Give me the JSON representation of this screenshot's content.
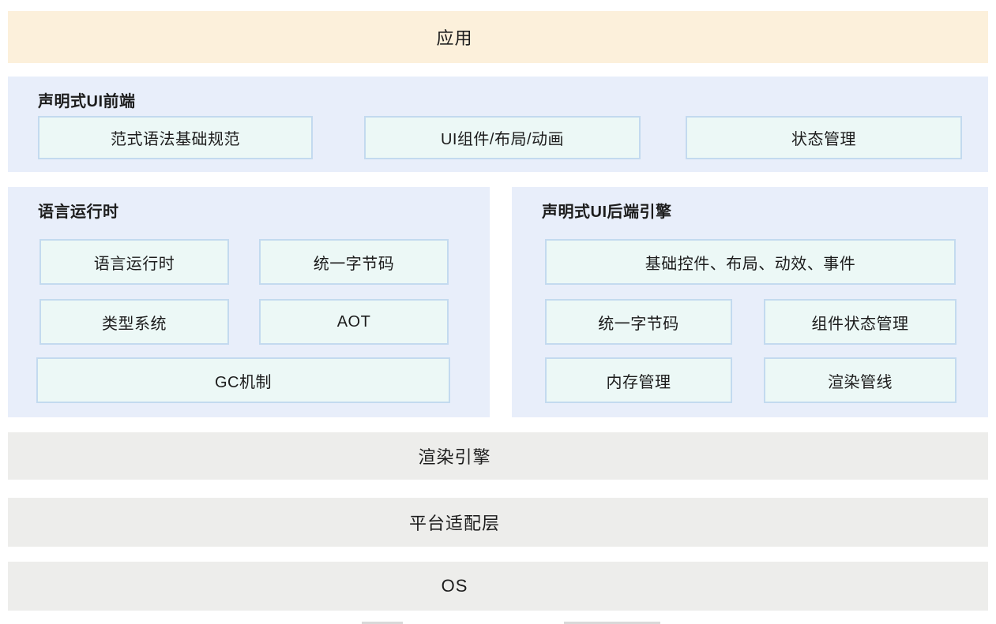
{
  "colors": {
    "app_bar_bg": "#fcf0db",
    "section_bg": "#e8eefa",
    "box_bg": "#ecf8f6",
    "box_border": "#c3daef",
    "gray_bar_bg": "#ededeb",
    "text": "#1c1c1c"
  },
  "app_bar": {
    "label": "应用"
  },
  "frontend": {
    "title": "声明式UI前端",
    "boxes": [
      "范式语法基础规范",
      "UI组件/布局/动画",
      "状态管理"
    ]
  },
  "runtime": {
    "title": "语言运行时",
    "boxes": [
      "语言运行时",
      "统一字节码",
      "类型系统",
      "AOT",
      "GC机制"
    ]
  },
  "backend": {
    "title": "声明式UI后端引擎",
    "boxes": [
      "基础控件、布局、动效、事件",
      "统一字节码",
      "组件状态管理",
      "内存管理",
      "渲染管线"
    ]
  },
  "bottom_bars": {
    "render_engine": "渲染引擎",
    "platform_adapter": "平台适配层",
    "os": "OS"
  }
}
